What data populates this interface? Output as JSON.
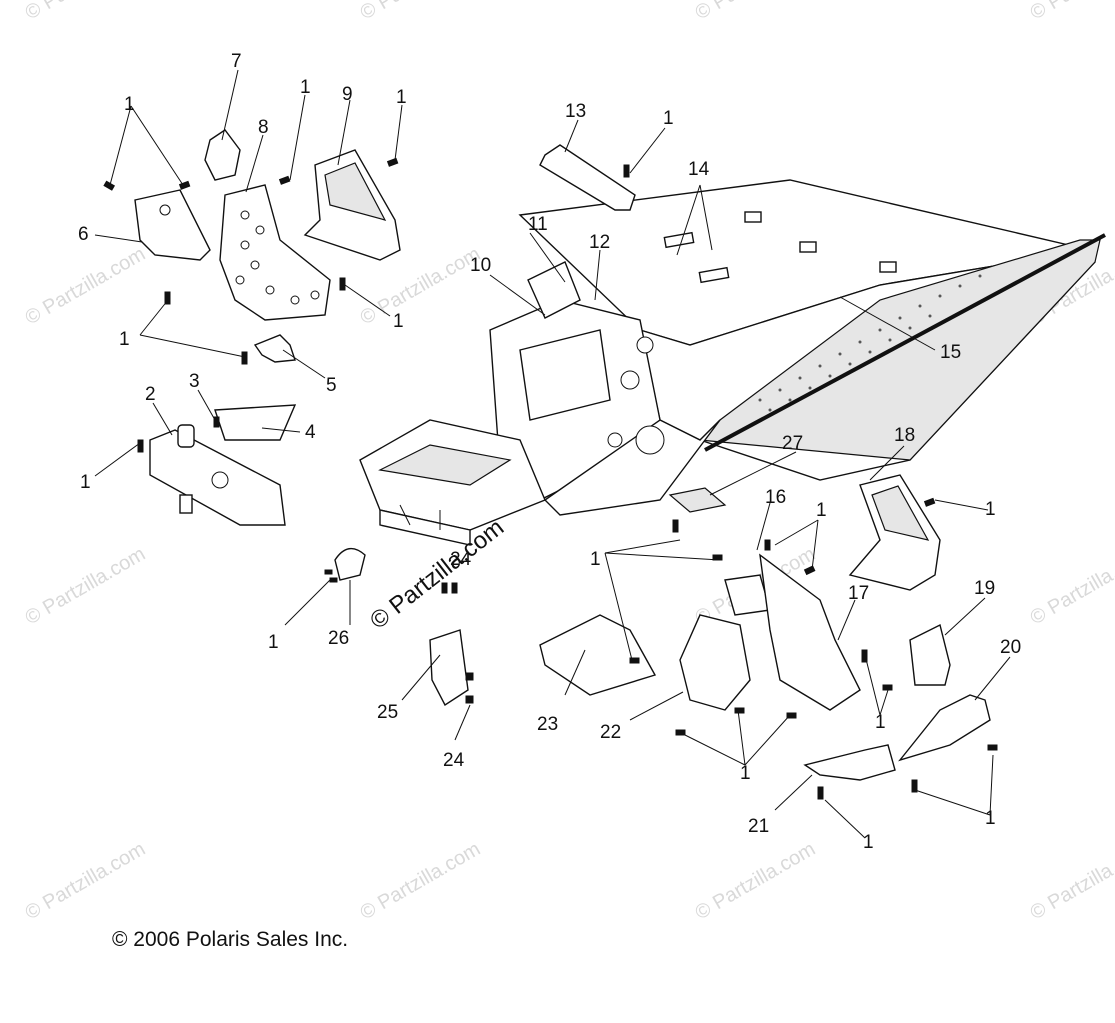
{
  "watermark_text": "© Partzilla.com",
  "center_stamp": "© Partzilla.com",
  "copyright": "© 2006 Polaris Sales Inc.",
  "callouts": {
    "c1": "1",
    "c2": "2",
    "c3": "3",
    "c4": "4",
    "c5": "5",
    "c6": "6",
    "c7": "7",
    "c8": "8",
    "c9": "9",
    "c10": "10",
    "c11": "11",
    "c12": "12",
    "c13": "13",
    "c14": "14",
    "c15": "15",
    "c16": "16",
    "c17": "17",
    "c18": "18",
    "c19": "19",
    "c20": "20",
    "c21": "21",
    "c22": "22",
    "c23": "23",
    "c24": "24",
    "c25": "25",
    "c26": "26",
    "c27": "27"
  }
}
